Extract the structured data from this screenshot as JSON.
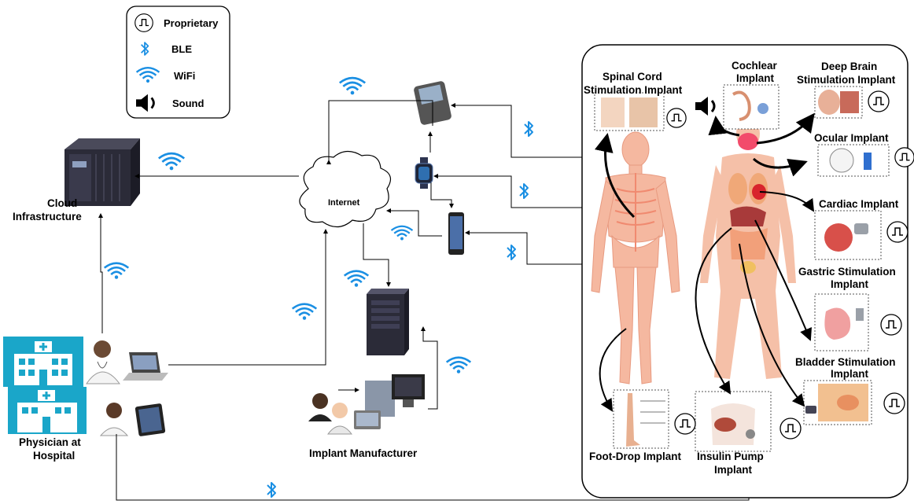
{
  "legend": {
    "items": [
      {
        "icon": "pulse-icon",
        "label": "Proprietary"
      },
      {
        "icon": "bluetooth-icon",
        "label": "BLE"
      },
      {
        "icon": "wifi-icon",
        "label": "WiFi"
      },
      {
        "icon": "speaker-icon",
        "label": "Sound"
      }
    ]
  },
  "nodes": {
    "cloud_line1": "Cloud",
    "cloud_line2": "Infrastructure",
    "internet": "Internet",
    "physician_line1": "Physician at",
    "physician_line2": "Hospital",
    "manufacturer": "Implant Manufacturer"
  },
  "implants": {
    "spinal_line1": "Spinal Cord",
    "spinal_line2": "Stimulation Implant",
    "cochlear_line1": "Cochlear",
    "cochlear_line2": "Implant",
    "deep_brain_line1": "Deep Brain",
    "deep_brain_line2": "Stimulation Implant",
    "ocular": "Ocular Implant",
    "cardiac": "Cardiac Implant",
    "gastric_line1": "Gastric Stimulation",
    "gastric_line2": "Implant",
    "bladder_line1": "Bladder Stimulation",
    "bladder_line2": "Implant",
    "foot_drop": "Foot-Drop Implant",
    "insulin_line1": "Insulin Pump",
    "insulin_line2": "Implant"
  },
  "colors": {
    "wireless": "#1a8fe3",
    "skin": "#f5b8a0",
    "skeleton": "#f08a70",
    "server": "#2b2b38",
    "hospital": "#1aa6c9",
    "arrow": "#000000"
  }
}
